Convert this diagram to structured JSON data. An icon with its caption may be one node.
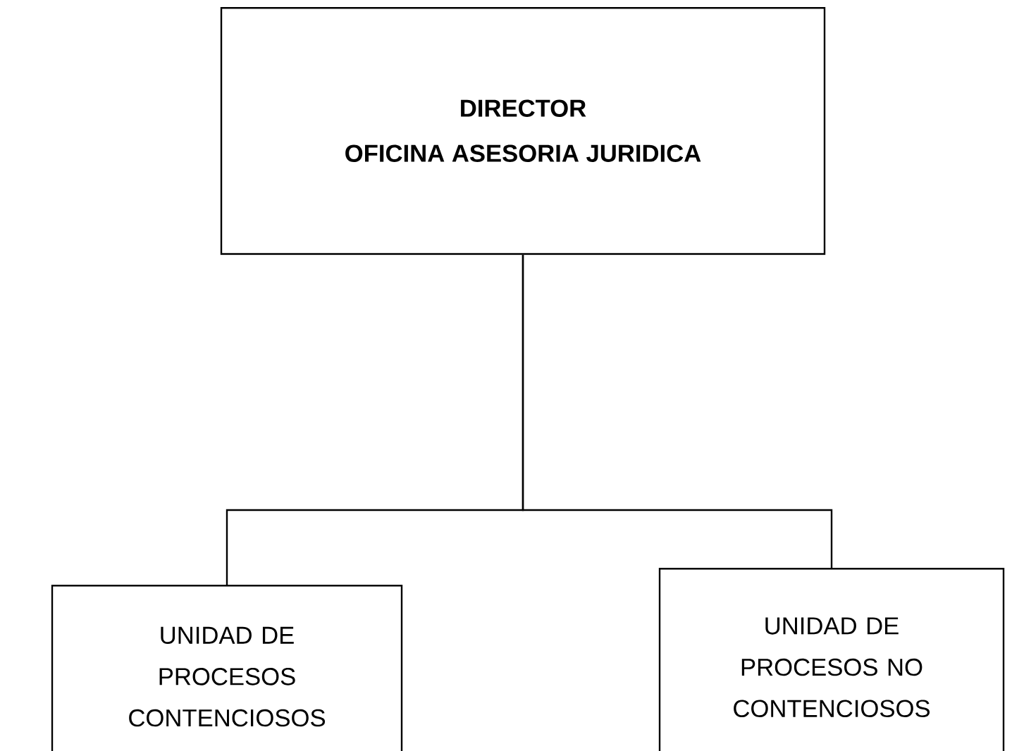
{
  "diagram": {
    "nodes": [
      {
        "text": [
          "DIRECTOR",
          "OFICINA ASESORIA JURIDICA"
        ]
      },
      {
        "text": [
          "UNIDAD DE PROCESOS CONTENCIOSOS"
        ]
      },
      {
        "text": [
          "UNIDAD DE PROCESOS NO CONTENCIOSOS"
        ]
      }
    ],
    "edges": [
      {
        "from": 0,
        "to": 1,
        "arrow": "none"
      },
      {
        "from": 0,
        "to": 2,
        "arrow": "none"
      }
    ]
  }
}
